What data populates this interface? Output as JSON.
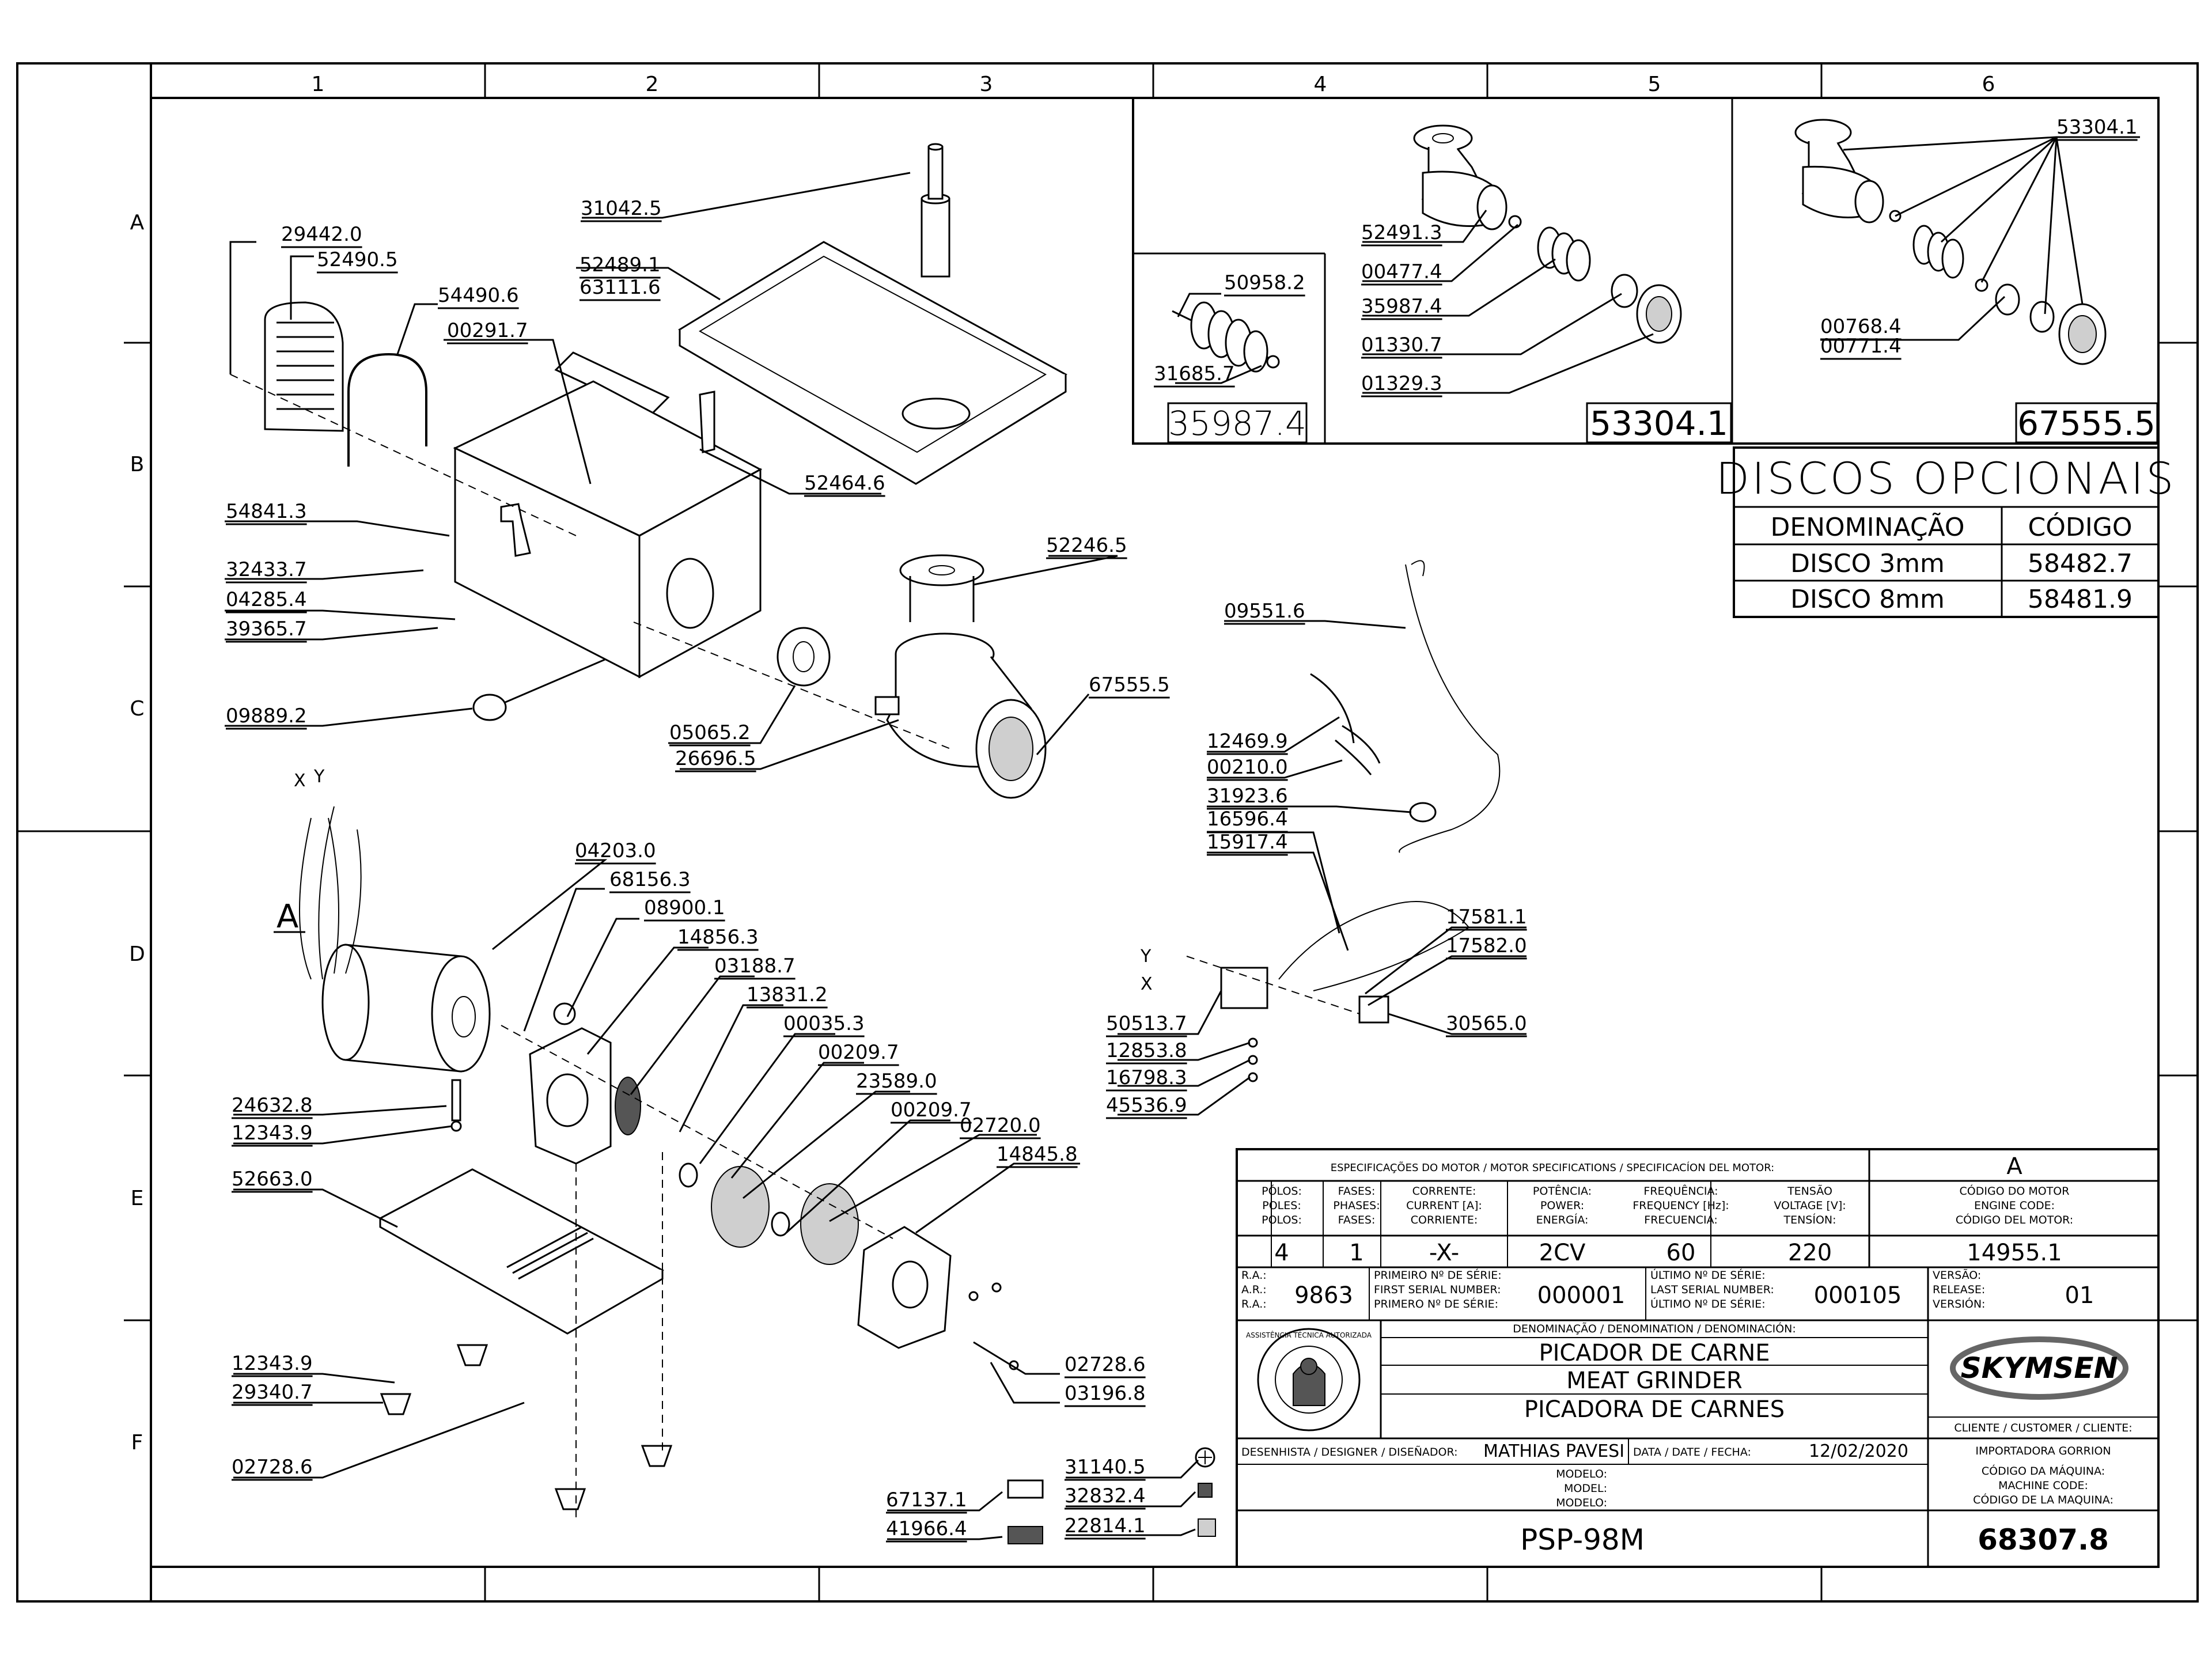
{
  "grid": {
    "columns": [
      "1",
      "2",
      "3",
      "4",
      "5",
      "6"
    ],
    "rows": [
      "A",
      "B",
      "C",
      "D",
      "E",
      "F"
    ]
  },
  "callouts": [
    "31042.5",
    "29442.0",
    "52490.5",
    "54490.6",
    "00291.7",
    "52489.1",
    "63111.6",
    "52464.6",
    "54841.3",
    "32433.7",
    "04285.4",
    "39365.7",
    "09889.2",
    "52246.5",
    "05065.2",
    "67555.5",
    "26696.5",
    "04203.0",
    "68156.3",
    "08900.1",
    "14856.3",
    "03188.7",
    "13831.2",
    "00035.3",
    "00209.7",
    "23589.0",
    "00209.7",
    "02720.0",
    "14845.8",
    "24632.8",
    "12343.9",
    "52663.0",
    "12343.9",
    "29340.7",
    "02728.6",
    "02728.6",
    "03196.8",
    "31140.5",
    "32832.4",
    "22814.1",
    "67137.1",
    "41966.4",
    "09551.6",
    "12469.9",
    "00210.0",
    "31923.6",
    "16596.4",
    "15917.4",
    "17581.1",
    "17582.0",
    "30565.0",
    "50513.7",
    "12853.8",
    "16798.3",
    "45536.9",
    "50958.2",
    "31685.7",
    "52491.3",
    "00477.4",
    "35987.4",
    "01330.7",
    "01329.3",
    "53304.1",
    "00768.4",
    "00771.4"
  ],
  "detail_boxes": [
    "35987.4",
    "53304.1",
    "67555.5"
  ],
  "marker_a": "A",
  "wire_labels": [
    "X",
    "Y",
    "Y",
    "X"
  ],
  "discos": {
    "title": "DISCOS OPCIONAIS",
    "col_name": "DENOMINAÇÃO",
    "col_code": "CÓDIGO",
    "rows": [
      {
        "name": "DISCO 3mm",
        "code": "58482.7"
      },
      {
        "name": "DISCO 8mm",
        "code": "58481.9"
      }
    ]
  },
  "title_block": {
    "motor_spec_title": "ESPECIFICAÇÕES DO MOTOR / MOTOR SPECIFICATIONS / SPECIFICACÍON DEL MOTOR:",
    "rev_letter": "A",
    "headers": [
      [
        "PÓLOS:",
        "POLES:",
        "POLOS:"
      ],
      [
        "FASES:",
        "PHASES:",
        "FASES:"
      ],
      [
        "CORRENTE:",
        "CURRENT [A]:",
        "CORRIENTE:"
      ],
      [
        "POTÊNCIA:",
        "POWER:",
        "ENERGÍA:"
      ],
      [
        "FREQUÊNCIA:",
        "FREQUENCY [Hz]:",
        "FRECUENCIA:"
      ],
      [
        "TENSÃO",
        "VOLTAGE [V]:",
        "TENSÍON:"
      ],
      [
        "CÓDIGO DO MOTOR",
        "ENGINE CODE:",
        "CÓDIGO DEL MOTOR:"
      ]
    ],
    "values": [
      "4",
      "1",
      "-X-",
      "2CV",
      "60",
      "220",
      "14955.1"
    ],
    "ra_labels": [
      "R.A.:",
      "A.R.:",
      "R.A.:"
    ],
    "ra_value": "9863",
    "first_serial_labels": [
      "PRIMEIRO Nº DE SÉRIE:",
      "FIRST SERIAL NUMBER:",
      "PRIMERO Nº DE SÉRIE:"
    ],
    "first_serial": "000001",
    "last_serial_labels": [
      "ÚLTIMO Nº DE SÉRIE:",
      "LAST SERIAL NUMBER:",
      "ÚLTIMO Nº DE SÉRIE:"
    ],
    "last_serial": "000105",
    "version_labels": [
      "VERSÃO:",
      "RELEASE:",
      "VERSIÓN:"
    ],
    "version": "01",
    "denomination_title": "DENOMINAÇÃO / DENOMINATION / DENOMINACIÓN:",
    "names": [
      "PICADOR DE CARNE",
      "MEAT GRINDER",
      "PICADORA DE CARNES"
    ],
    "brand": "SKYMSEN",
    "seal_text": "ASSISTÊNCIA TÉCNICA AUTORIZADA",
    "designer_label": "DESENHISTA / DESIGNER / DISEÑADOR:",
    "designer": "MATHIAS PAVESI",
    "date_label": "DATA / DATE / FECHA:",
    "date": "12/02/2020",
    "client_label": "CLIENTE / CUSTOMER / CLIENTE:",
    "client": "IMPORTADORA GORRION",
    "model_labels": [
      "MODELO:",
      "MODEL:",
      "MODELO:"
    ],
    "model": "PSP-98M",
    "machine_code_labels": [
      "CÓDIGO DA MÁQUINA:",
      "MACHINE CODE:",
      "CÓDIGO DE LA MAQUINA:"
    ],
    "machine_code": "68307.8"
  }
}
